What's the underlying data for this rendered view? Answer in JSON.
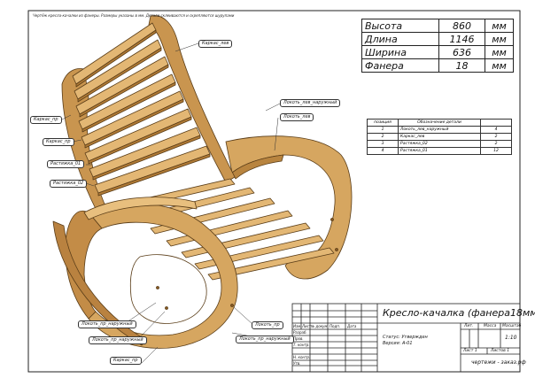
{
  "header_note": "Чертёж кресла-качалки из фанеры. Размеры указаны в мм. Детали склеиваются и скрепляются шурупами",
  "dimensions": [
    {
      "label": "Высота",
      "value": "860",
      "unit": "мм"
    },
    {
      "label": "Длина",
      "value": "1146",
      "unit": "мм"
    },
    {
      "label": "Ширина",
      "value": "636",
      "unit": "мм"
    },
    {
      "label": "Фанера",
      "value": "18",
      "unit": "мм"
    }
  ],
  "parts_table": {
    "headers": [
      "позиция",
      "Обозначение детали",
      ""
    ],
    "rows": [
      [
        "1",
        "Локоть_лев_наружный",
        "4"
      ],
      [
        "2",
        "Каркас_лев",
        "2"
      ],
      [
        "3",
        "Растяжка_02",
        "2"
      ],
      [
        "4",
        "Растяжка_01",
        "12"
      ]
    ]
  },
  "callouts": {
    "karkas_lev": "Каркас_лев",
    "lokot_lev_nar": "Локоть_лев_наружный",
    "lokot_lev": "Локоть_лев",
    "karkas_pr": "Каркас_пр",
    "karkas_pr2": "Каркас_пр",
    "rastyazhka_01": "Растяжка_01",
    "rastyazhka_02": "Растяжка_02",
    "lokot_pr_nar": "Локоть_пр_наружный",
    "lokot_pr_nar2": "Локоть_пр_наружный",
    "lokot_pr": "Локоть_пр",
    "lokot_pr_nar3": "Локоть_пр_наружный",
    "karkas_pr3": "Каркас_пр"
  },
  "title_block": {
    "title": "Кресло-качалка (фанера18мм)",
    "status": "Статус: Утвержден",
    "version": "Версия: А-01",
    "col_lit": "Лит.",
    "col_mass": "Масса",
    "col_scale": "Масштаб",
    "scale": "1:10",
    "sheet": "Лист 1",
    "sheets": "Листов 1",
    "company": "чертежи - заказ.рф",
    "row_labels": [
      "Изм.",
      "Лист",
      "№ докум.",
      "Подп.",
      "Дата"
    ],
    "side_labels": [
      "Разраб.",
      "Пров.",
      "Т. контр.",
      "Н. контр.",
      "Утв."
    ]
  }
}
